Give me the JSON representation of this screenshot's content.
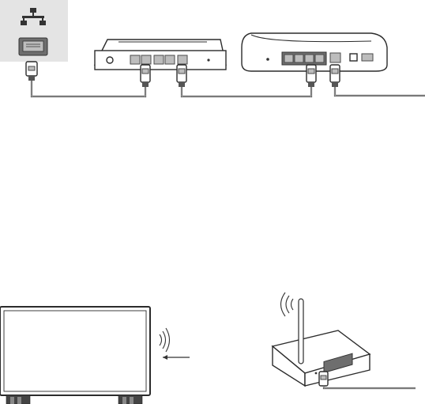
{
  "figure": {
    "top_panel": {
      "items": [
        "wall-ethernet-port",
        "modem",
        "router",
        "network-cable"
      ]
    },
    "bottom_panel": {
      "items": [
        "television",
        "wireless-signal",
        "arrow",
        "wireless-router",
        "network-cable"
      ]
    },
    "colors": {
      "line": "#2b2b2b",
      "port_plate": "#e4e4e4",
      "port": "#bdbdbd"
    }
  }
}
